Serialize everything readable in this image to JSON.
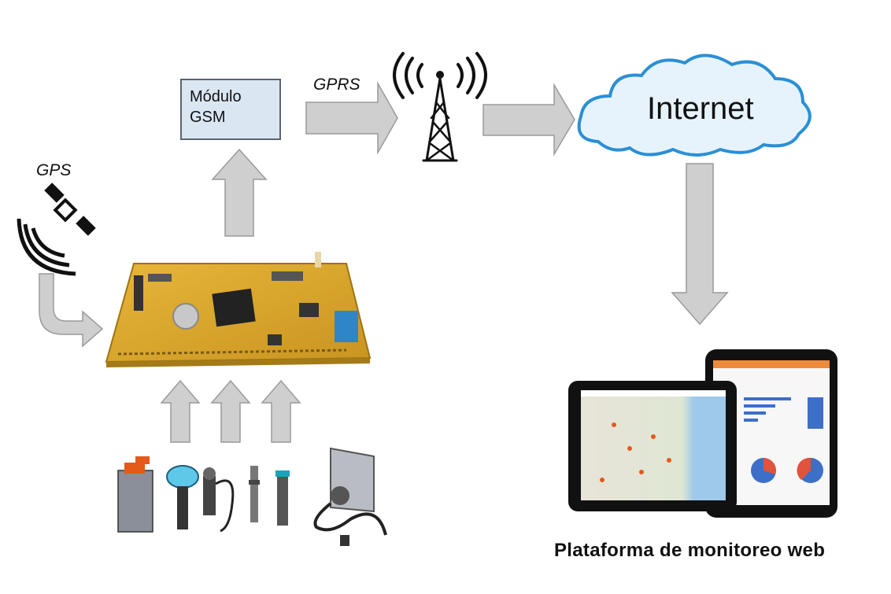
{
  "gsm": {
    "line1": "Módulo",
    "line2": "GSM"
  },
  "labels": {
    "gprs": "GPRS",
    "gps": "GPS",
    "internet": "Internet"
  },
  "caption": "Plataforma de monitoreo web",
  "colors": {
    "arrow": "#cfcfcf",
    "arrow_edge": "#9a9a9a",
    "board": "#d9a627",
    "cloud_fill": "#e7f3fc",
    "cloud_edge": "#2a8fd6",
    "gsm_fill": "#dbe6f3"
  },
  "icons": [
    "gps-satellite-icon",
    "antenna-tower-icon",
    "internet-cloud-icon",
    "board-image",
    "sensors-image",
    "tablets-image"
  ]
}
